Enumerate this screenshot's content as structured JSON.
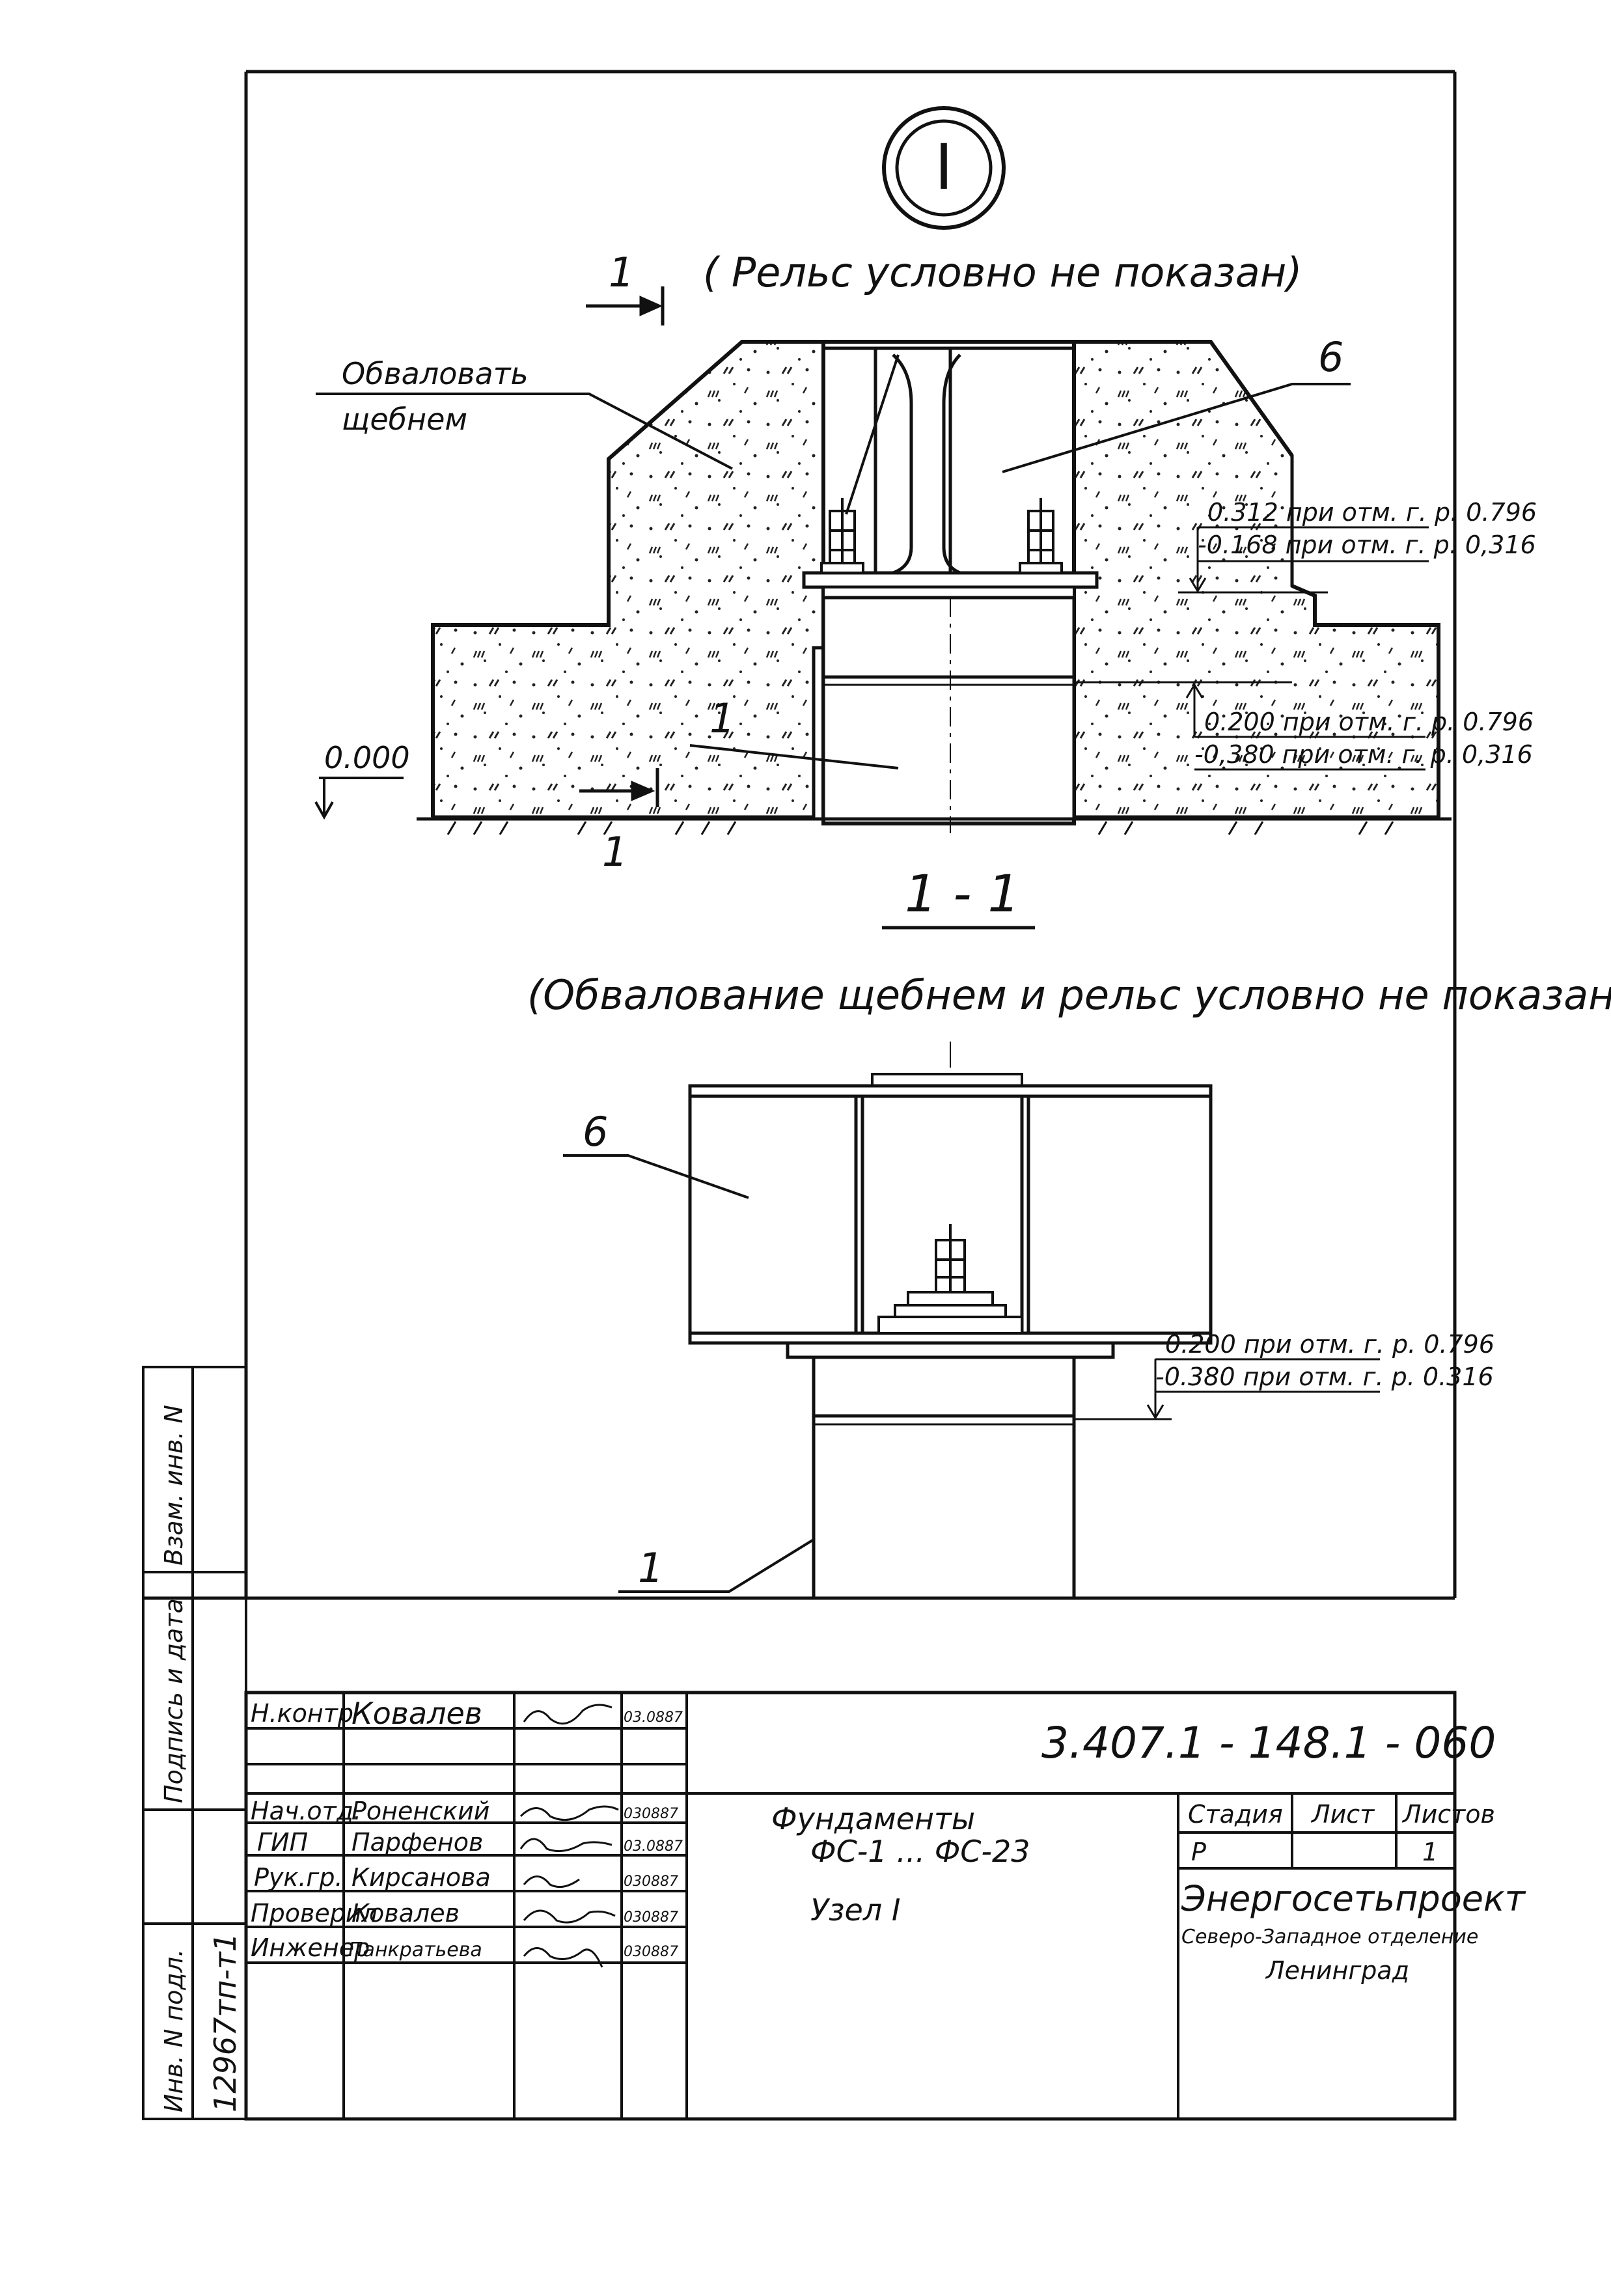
{
  "node_label": "I",
  "top_view": {
    "note": "( Рельс  условно  не  показан)",
    "section_mark_top": "1",
    "section_mark_bottom": "1",
    "callout_gravel": [
      "Обваловать",
      "щебнем"
    ],
    "callout_6": "6",
    "callout_1": "1",
    "ground_level": "0.000",
    "elev_top": [
      "0.312  при отм. г. р. 0.796",
      "-0.168 при отм. г. р. 0,316"
    ],
    "elev_bottom": [
      "0.200 при отм. г. р. 0.796",
      "-0,380 при отм. г. р. 0,316"
    ]
  },
  "section_view": {
    "title": "1 - 1",
    "note": "(Обвалование  щебнем  и  рельс  условно  не  показаны)",
    "callout_6": "6",
    "callout_1": "1",
    "elev": [
      "0.200 при отм. г. р. 0.796",
      "-0.380 при отм. г. р. 0.316"
    ]
  },
  "side_stamp": [
    "Инв. N подл.",
    "12967тп-т1",
    "Подпись и дата",
    "Взам. инв. N"
  ],
  "title_block": {
    "doc_number": "3.407.1 - 148.1 - 060",
    "rows": [
      {
        "role": "Н.контр",
        "name": "Ковалев",
        "date": "03.0887"
      },
      {
        "role": "Нач.отд.",
        "name": "Роненский",
        "date": "030887"
      },
      {
        "role": "ГИП",
        "name": "Парфенов",
        "date": "03.0887"
      },
      {
        "role": "Рук.гр.",
        "name": "Кирсанова",
        "date": "030887"
      },
      {
        "role": "Проверил",
        "name": "Ковалев",
        "date": "030887"
      },
      {
        "role": "Инженер",
        "name": "Панкратьева",
        "date": "030887"
      }
    ],
    "title_lines": [
      "Фундаменты",
      "ФС-1 ... ФС-23",
      "Узел I"
    ],
    "stage_label": "Стадия",
    "sheet_label": "Лист",
    "sheets_label": "Листов",
    "stage_value": "Р",
    "sheets_value": "1",
    "org": [
      "Энергосетьпроект",
      "Северо-Западное отделение",
      "Ленинград"
    ]
  }
}
